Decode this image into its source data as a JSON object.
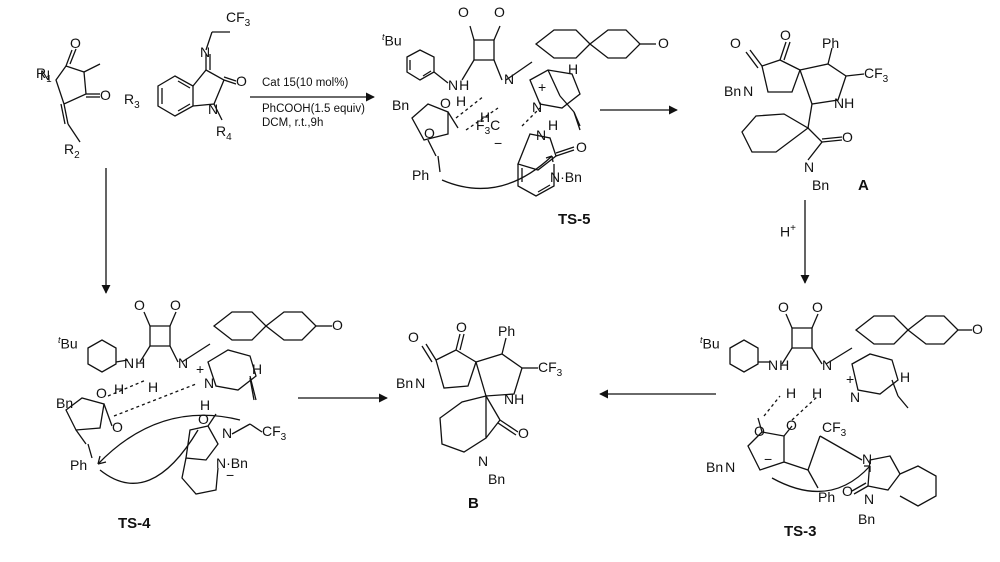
{
  "labels": {
    "ts5": "TS-5",
    "ts4": "TS-4",
    "ts3": "TS-3",
    "a": "A",
    "b": "B"
  },
  "conditions": {
    "line1": "Cat 15(10 mol%)",
    "line2": "PhCOOH(1.5 equiv)",
    "line3": "DCM, r.t.,9h"
  },
  "reagent_h_plus": "H",
  "groups": {
    "cf3": "CF",
    "three": "3",
    "bn": "Bn",
    "ph": "Ph",
    "tbu": "Bu",
    "t": "t",
    "nh": "NH",
    "n": "N",
    "h": "H",
    "o": "O",
    "r": "R",
    "r1": "1",
    "r2": "2",
    "r3": "3",
    "r4": "4",
    "plus": "+",
    "minus": "−",
    "nbn": "N·Bn",
    "f3c": "F",
    "f3c_sub": "3",
    "c": "C",
    "ome": "O"
  },
  "colors": {
    "ink": "#111111",
    "background": "#ffffff"
  }
}
